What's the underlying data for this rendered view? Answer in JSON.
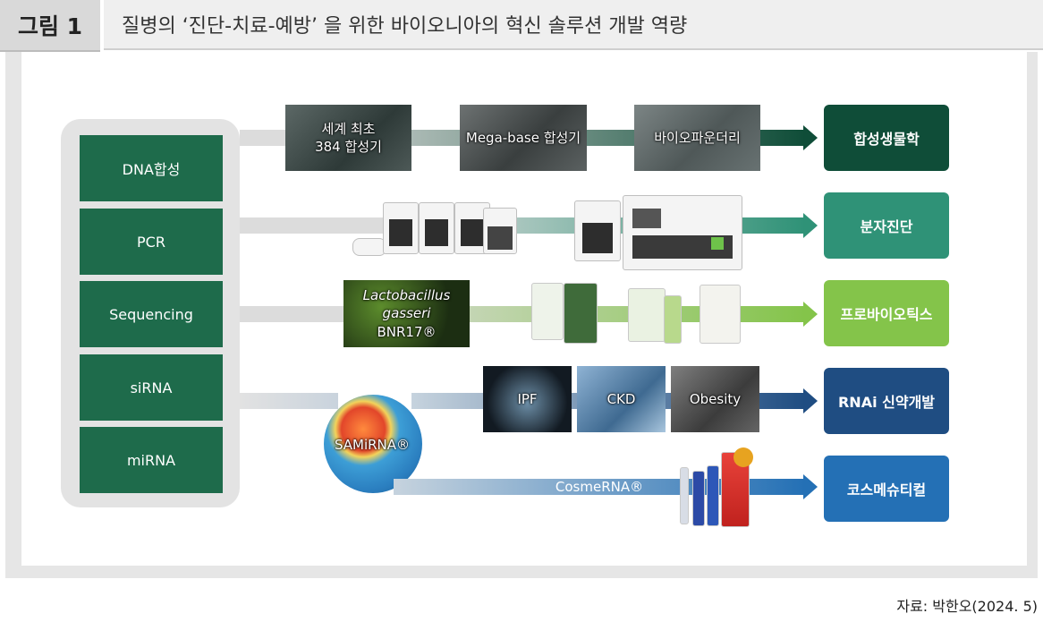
{
  "header": {
    "figure_label": "그림 1",
    "title": "질병의 ‘진단-치료-예방’ 을 위한 바이오니아의 혁신 솔루션 개발 역량"
  },
  "technologies": [
    "DNA합성",
    "PCR",
    "Sequencing",
    "siRNA",
    "miRNA"
  ],
  "dna_row": {
    "photos": [
      "세계 최초\n384 합성기",
      "Mega-base 합성기",
      "바이오파운더리"
    ],
    "output": "합성생물학"
  },
  "pcr_row": {
    "output": "분자진단"
  },
  "seq_row": {
    "photo_label": {
      "line1": "Lactobacillus",
      "line2": "gasseri",
      "line3": "BNR17®"
    },
    "output": "프로바이오틱스"
  },
  "rnai_row": {
    "hub_label": "SAMiRNA®",
    "photos": [
      "IPF",
      "CKD",
      "Obesity"
    ],
    "output": "RNAi 신약개발"
  },
  "cosme_row": {
    "bar_label": "CosmeRNA®",
    "output": "코스메슈티컬"
  },
  "colors": {
    "tech_box": "#1e6b4b",
    "synthetic_biology": "#0f4d38",
    "molecular_diagnostics": "#2f9277",
    "probiotics": "#84c44a",
    "rnai": "#1f4d82",
    "cosmeceutical": "#2470b5"
  },
  "source": "자료: 박한오(2024. 5)"
}
